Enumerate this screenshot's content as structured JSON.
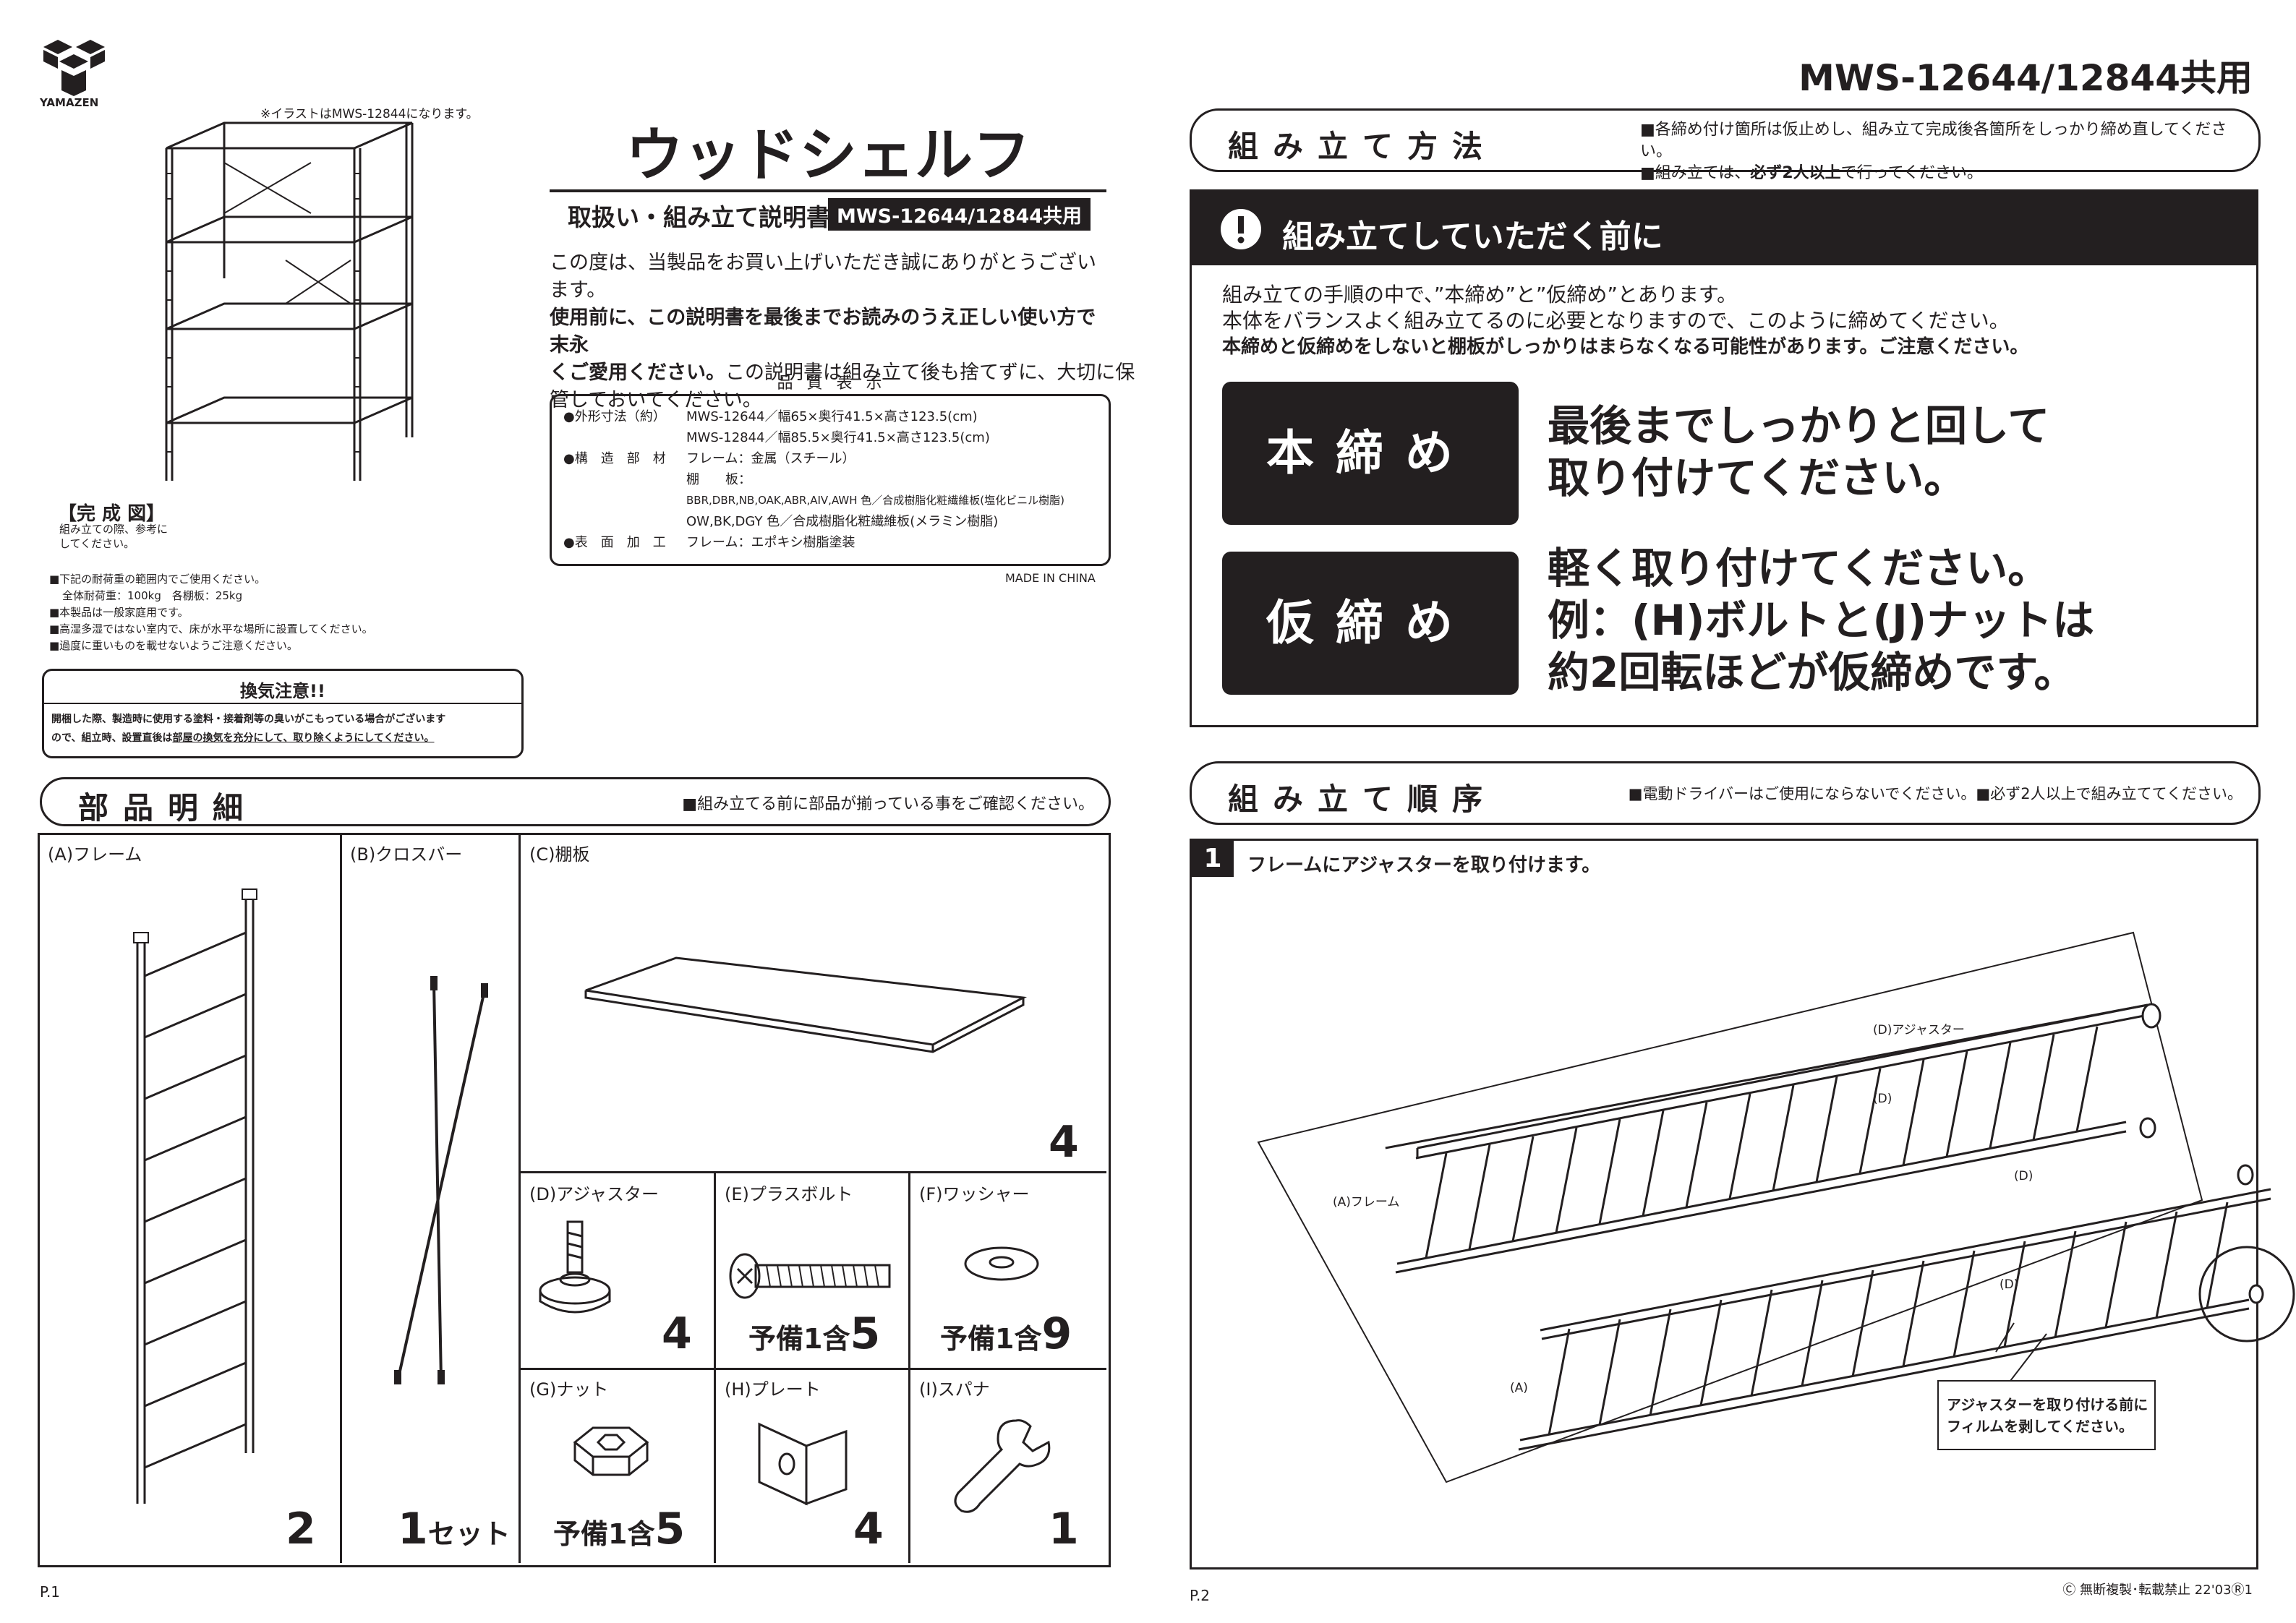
{
  "brand": {
    "name": "YAMAZEN"
  },
  "header": {
    "model_top": "MWS-12644/12844共用"
  },
  "left": {
    "illustration_note": "※イラストはMWS-12844になります。",
    "completed": {
      "title": "【完 成 図】",
      "note": "組み立ての際、参考にしてください。"
    },
    "warnings": [
      "■下記の耐荷重の範囲内でご使用ください。",
      "全体耐荷重：100kg　各棚板：25kg",
      "■本製品は一般家庭用です。",
      "■高湿多湿ではない室内で、床が水平な場所に設置してください。",
      "■過度に重いものを載せないようご注意ください。"
    ],
    "ventilation": {
      "title": "換気注意!!",
      "text1": "開梱した際、製造時に使用する塗料・接着剤等の臭いがこもっている場合がございます",
      "text2a": "ので、組立時、設置直後は",
      "text2b": "部屋の換気を充分にして、取り除くようにしてください。"
    }
  },
  "product": {
    "title": "ウッドシェルフ",
    "subtitle": "取扱い・組み立て説明書",
    "model_badge": "MWS-12644/12844共用",
    "intro1": "この度は、当製品をお買い上げいただき誠にありがとうございます。",
    "intro2": "使用前に、この説明書を最後までお読みのうえ正しい使い方で末永",
    "intro3a": "くご愛用ください。",
    "intro3b": "この説明書は組み立て後も捨てずに、大切に保",
    "intro4": "管しておいてください。",
    "quality_title": "品 質 表 示",
    "quality": [
      {
        "label": "●外形寸法（約）",
        "value": "MWS-12644／幅65×奥行41.5×高さ123.5(cm)"
      },
      {
        "label": "",
        "value": "MWS-12844／幅85.5×奥行41.5×高さ123.5(cm)"
      },
      {
        "label": "●構　造　部　材",
        "value": "フレーム：金属（スチール）"
      },
      {
        "label": "",
        "value": "棚　　板："
      },
      {
        "label": "",
        "value": "BBR,DBR,NB,OAK,ABR,AIV,AWH 色／合成樹脂化粧繊維板(塩化ビニル樹脂)"
      },
      {
        "label": "",
        "value": "OW,BK,DGY 色／合成樹脂化粧繊維板(メラミン樹脂)"
      },
      {
        "label": "●表　面　加　工",
        "value": "フレーム：エポキシ樹脂塗装"
      }
    ],
    "made_in": "MADE IN CHINA"
  },
  "parts_section": {
    "title": "部品明細",
    "note": "■組み立てる前に部品が揃っている事をご確認ください。",
    "parts": [
      {
        "label": "(A)フレーム",
        "count": "2",
        "suffix": ""
      },
      {
        "label": "(B)クロスバー",
        "count": "1",
        "suffix": "セット"
      },
      {
        "label": "(C)棚板",
        "count": "4",
        "suffix": ""
      },
      {
        "label": "(D)アジャスター",
        "count": "4",
        "suffix": ""
      },
      {
        "label": "(E)プラスボルト",
        "prefix": "予備1含",
        "count": "5"
      },
      {
        "label": "(F)ワッシャー",
        "prefix": "予備1含",
        "count": "9"
      },
      {
        "label": "(G)ナット",
        "prefix": "予備1含",
        "count": "5"
      },
      {
        "label": "(H)プレート",
        "count": "4",
        "suffix": ""
      },
      {
        "label": "(I)スパナ",
        "count": "1",
        "suffix": ""
      }
    ]
  },
  "assembly_method": {
    "title": "組み立て方法",
    "note1": "■各締め付け箇所は仮止めし、組み立て完成後各箇所をしっかり締め直してください。",
    "note2a": "■組み立ては、",
    "note2b": "必ず2人以上",
    "note2c": "で行ってください。",
    "banner": "組み立てしていただく前に",
    "banner_icon": "exclamation-icon",
    "line1": "組み立ての手順の中で、”本締め”と”仮締め”とあります。",
    "line2": "本体をバランスよく組み立てるのに必要となりますので、このように締めてください。",
    "line3": "本締めと仮締めをしないと棚板がしっかりはまらなくなる可能性があります。ご注意ください。",
    "hon_label": "本締め",
    "hon_text1": "最後までしっかりと回して",
    "hon_text2": "取り付けてください。",
    "kari_label": "仮締め",
    "kari_text1": "軽く取り付けてください。",
    "kari_text2": "例：(H)ボルトと(J)ナットは",
    "kari_text3": "約2回転ほどが仮締めです。"
  },
  "assembly_order": {
    "title": "組み立て順序",
    "note": "■電動ドライバーはご使用にならないでください。■必ず2人以上で組み立ててください。",
    "step_number": "1",
    "step_text": "フレームにアジャスターを取り付けます。",
    "labels": {
      "adjuster_d": "(D)アジャスター",
      "d1": "(D)",
      "d2": "(D)",
      "d3": "(D)",
      "frame_a": "(A)フレーム",
      "a": "(A)",
      "callout1": "アジャスターを取り付ける前に",
      "callout2": "フィルムを剥してください。"
    }
  },
  "footer": {
    "page1": "P.1",
    "page2": "P.2",
    "copyright": "Ⓒ 無断複製･転載禁止  22'03Ⓡ1"
  }
}
